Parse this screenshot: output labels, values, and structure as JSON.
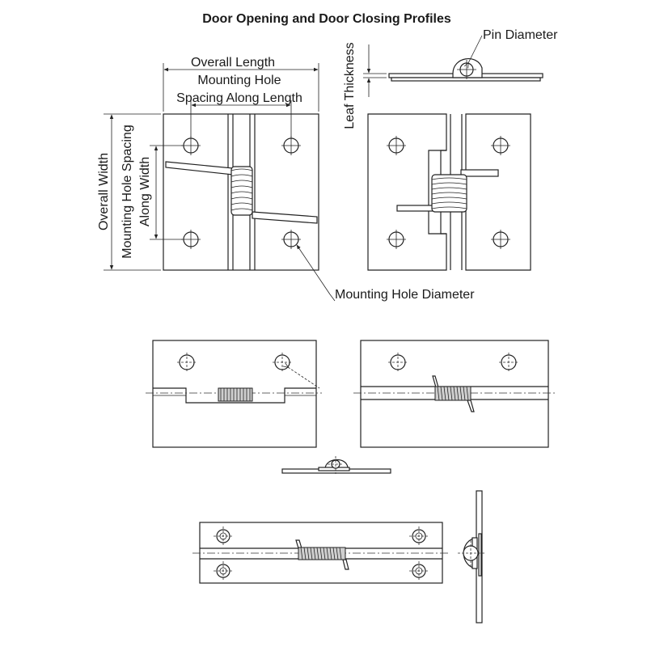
{
  "title": "Door Opening and Door Closing Profiles",
  "dimensions": {
    "overall_length": "Overall Length",
    "mounting_hole_spacing_length_line1": "Mounting Hole",
    "mounting_hole_spacing_length_line2": "Spacing Along Length",
    "overall_width": "Overall Width",
    "mounting_hole_spacing_width_line1": "Mounting Hole Spacing",
    "mounting_hole_spacing_width_line2": "Along Width",
    "mounting_hole_diameter": "Mounting Hole Diameter",
    "pin_diameter": "Pin Diameter",
    "leaf_thickness": "Leaf Thickness"
  }
}
